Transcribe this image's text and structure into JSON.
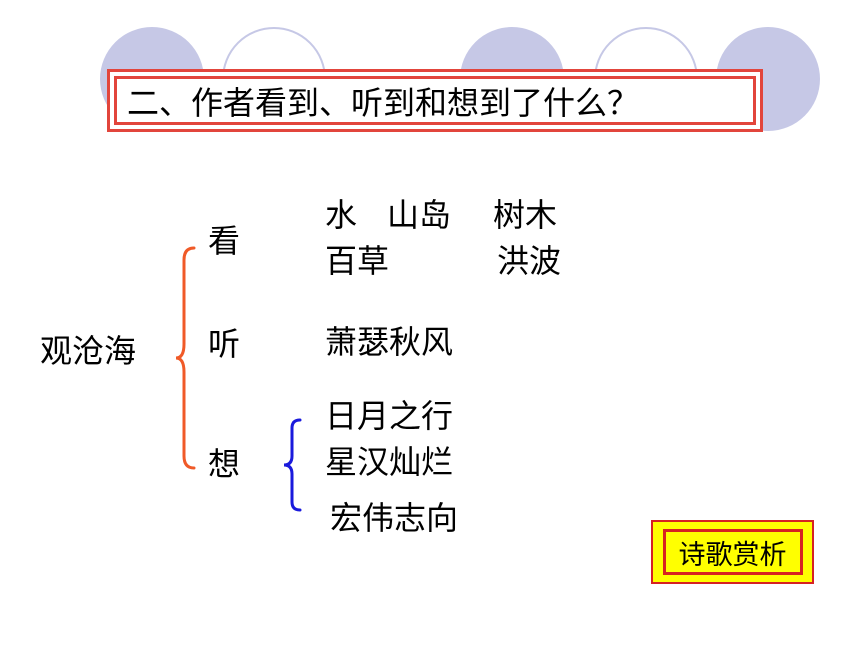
{
  "slide": {
    "title": "二、作者看到、听到和想到了什么？",
    "root_label": "观沧海",
    "branches": {
      "see": {
        "label": "看",
        "line1": [
          "水",
          "山岛",
          "树木"
        ],
        "line2": [
          "百草",
          "洪波"
        ]
      },
      "hear": {
        "label": "听",
        "items": [
          "萧瑟秋风"
        ]
      },
      "think": {
        "label": "想",
        "items": [
          "日月之行",
          "星汉灿烂",
          "宏伟志向"
        ]
      }
    },
    "link_button": "诗歌赏析"
  },
  "colors": {
    "circle": "#c6c8e6",
    "title_border": "#e2453c",
    "main_brace": "#f05a28",
    "sub_brace": "#1a1adc",
    "button_fill": "#ffff00",
    "button_border": "#d62222"
  }
}
